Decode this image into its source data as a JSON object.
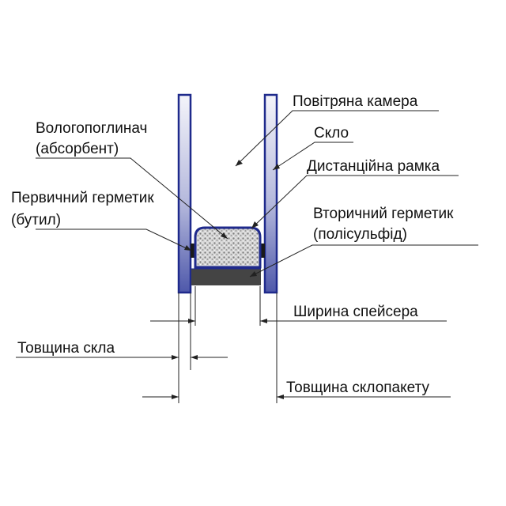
{
  "diagram": {
    "labels": {
      "air_chamber": "Повітряна камера",
      "glass": "Скло",
      "desiccant_line1": "Вологопоглинач",
      "desiccant_line2": "(абсорбент)",
      "spacer_frame": "Дистанційна рамка",
      "primary_sealant_line1": "Первичний герметик",
      "primary_sealant_line2": "(бутил)",
      "secondary_sealant_line1": "Вторичний герметик",
      "secondary_sealant_line2": "(полісульфід)",
      "spacer_width": "Ширина спейсера",
      "glass_thickness": "Товщина скла",
      "unit_thickness": "Товщина склопакету"
    },
    "colors": {
      "glass_edge": "#1f2a8c",
      "glass_fill_top": "#f2f2f8",
      "glass_fill_bottom": "#5a64b4",
      "frame_stroke": "#1f2a8c",
      "secondary_sealant": "#444444",
      "butyl": "#1a1a1a"
    }
  }
}
